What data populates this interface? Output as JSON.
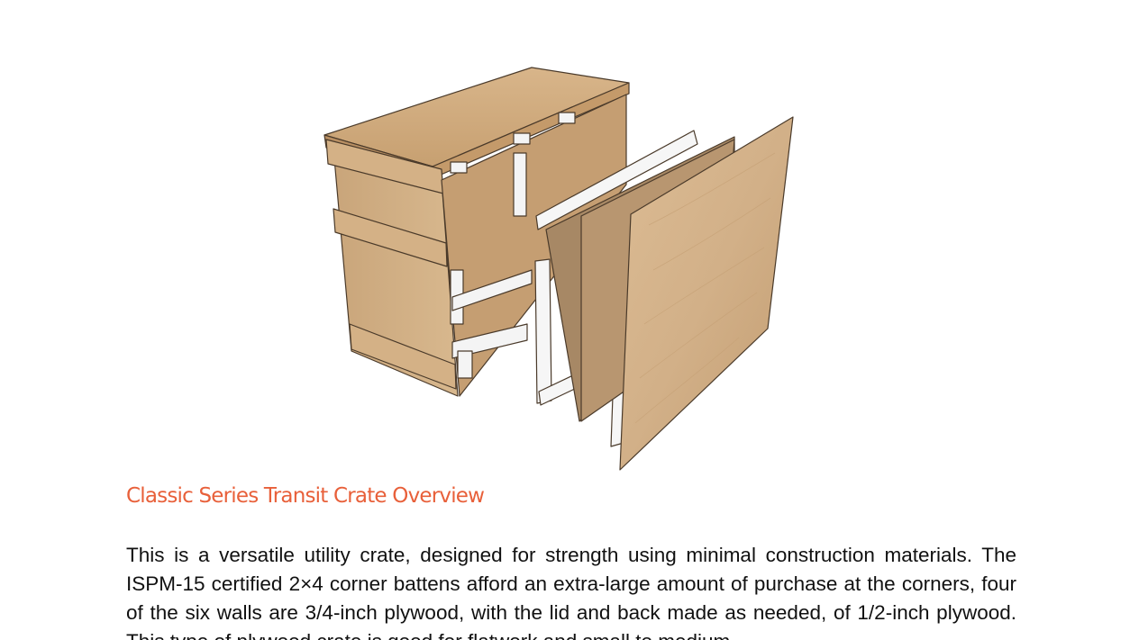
{
  "figure": {
    "icon": "crate-exploded-illustration",
    "colors": {
      "wood_light": "#dcbc94",
      "wood_mid": "#c9a57a",
      "wood_dark": "#b88f63",
      "batten": "#f4f4f4",
      "outline": "#4a3a2a"
    }
  },
  "heading": "Classic Series Transit Crate Overview",
  "body": "This is a versatile utility crate, designed for strength using minimal construction materials. The ISPM-15 certified 2×4 corner battens afford an extra-large amount of purchase at the corners, four of the six walls are 3/4-inch plywood, with the lid and back made as needed, of 1/2-inch plywood. This type of plywood crate is good for flatwork and small to medium",
  "colors": {
    "heading": "#e8603a",
    "text": "#111111"
  }
}
